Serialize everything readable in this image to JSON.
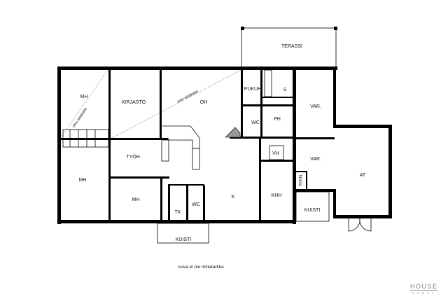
{
  "rooms": {
    "mh1": "MH",
    "kirjasto": "KIRJASTO",
    "oh": "OH",
    "pukuh": "PUKUH",
    "s": "S",
    "wc1": "WC",
    "ph": "PH",
    "var1": "VAR.",
    "vh": "VH",
    "var2": "VAR.",
    "tekn": "TEKN.",
    "khh": "KHH",
    "kuisti1": "KUISTI",
    "at": "AT",
    "terassi": "TERASSI",
    "tyoh": "TYÖH.",
    "mh2": "MH",
    "mh3": "MH",
    "tk": "TK",
    "wc2": "WC",
    "k": "K",
    "kuisti2": "KUISTI"
  },
  "annotations": {
    "sloped1": "vino sisäkatto",
    "sloped2": "vino sisäkatto"
  },
  "note": "kuva ei ole mittatarkka",
  "logo": {
    "brand": "HOUSE",
    "city": "LAHTI"
  }
}
